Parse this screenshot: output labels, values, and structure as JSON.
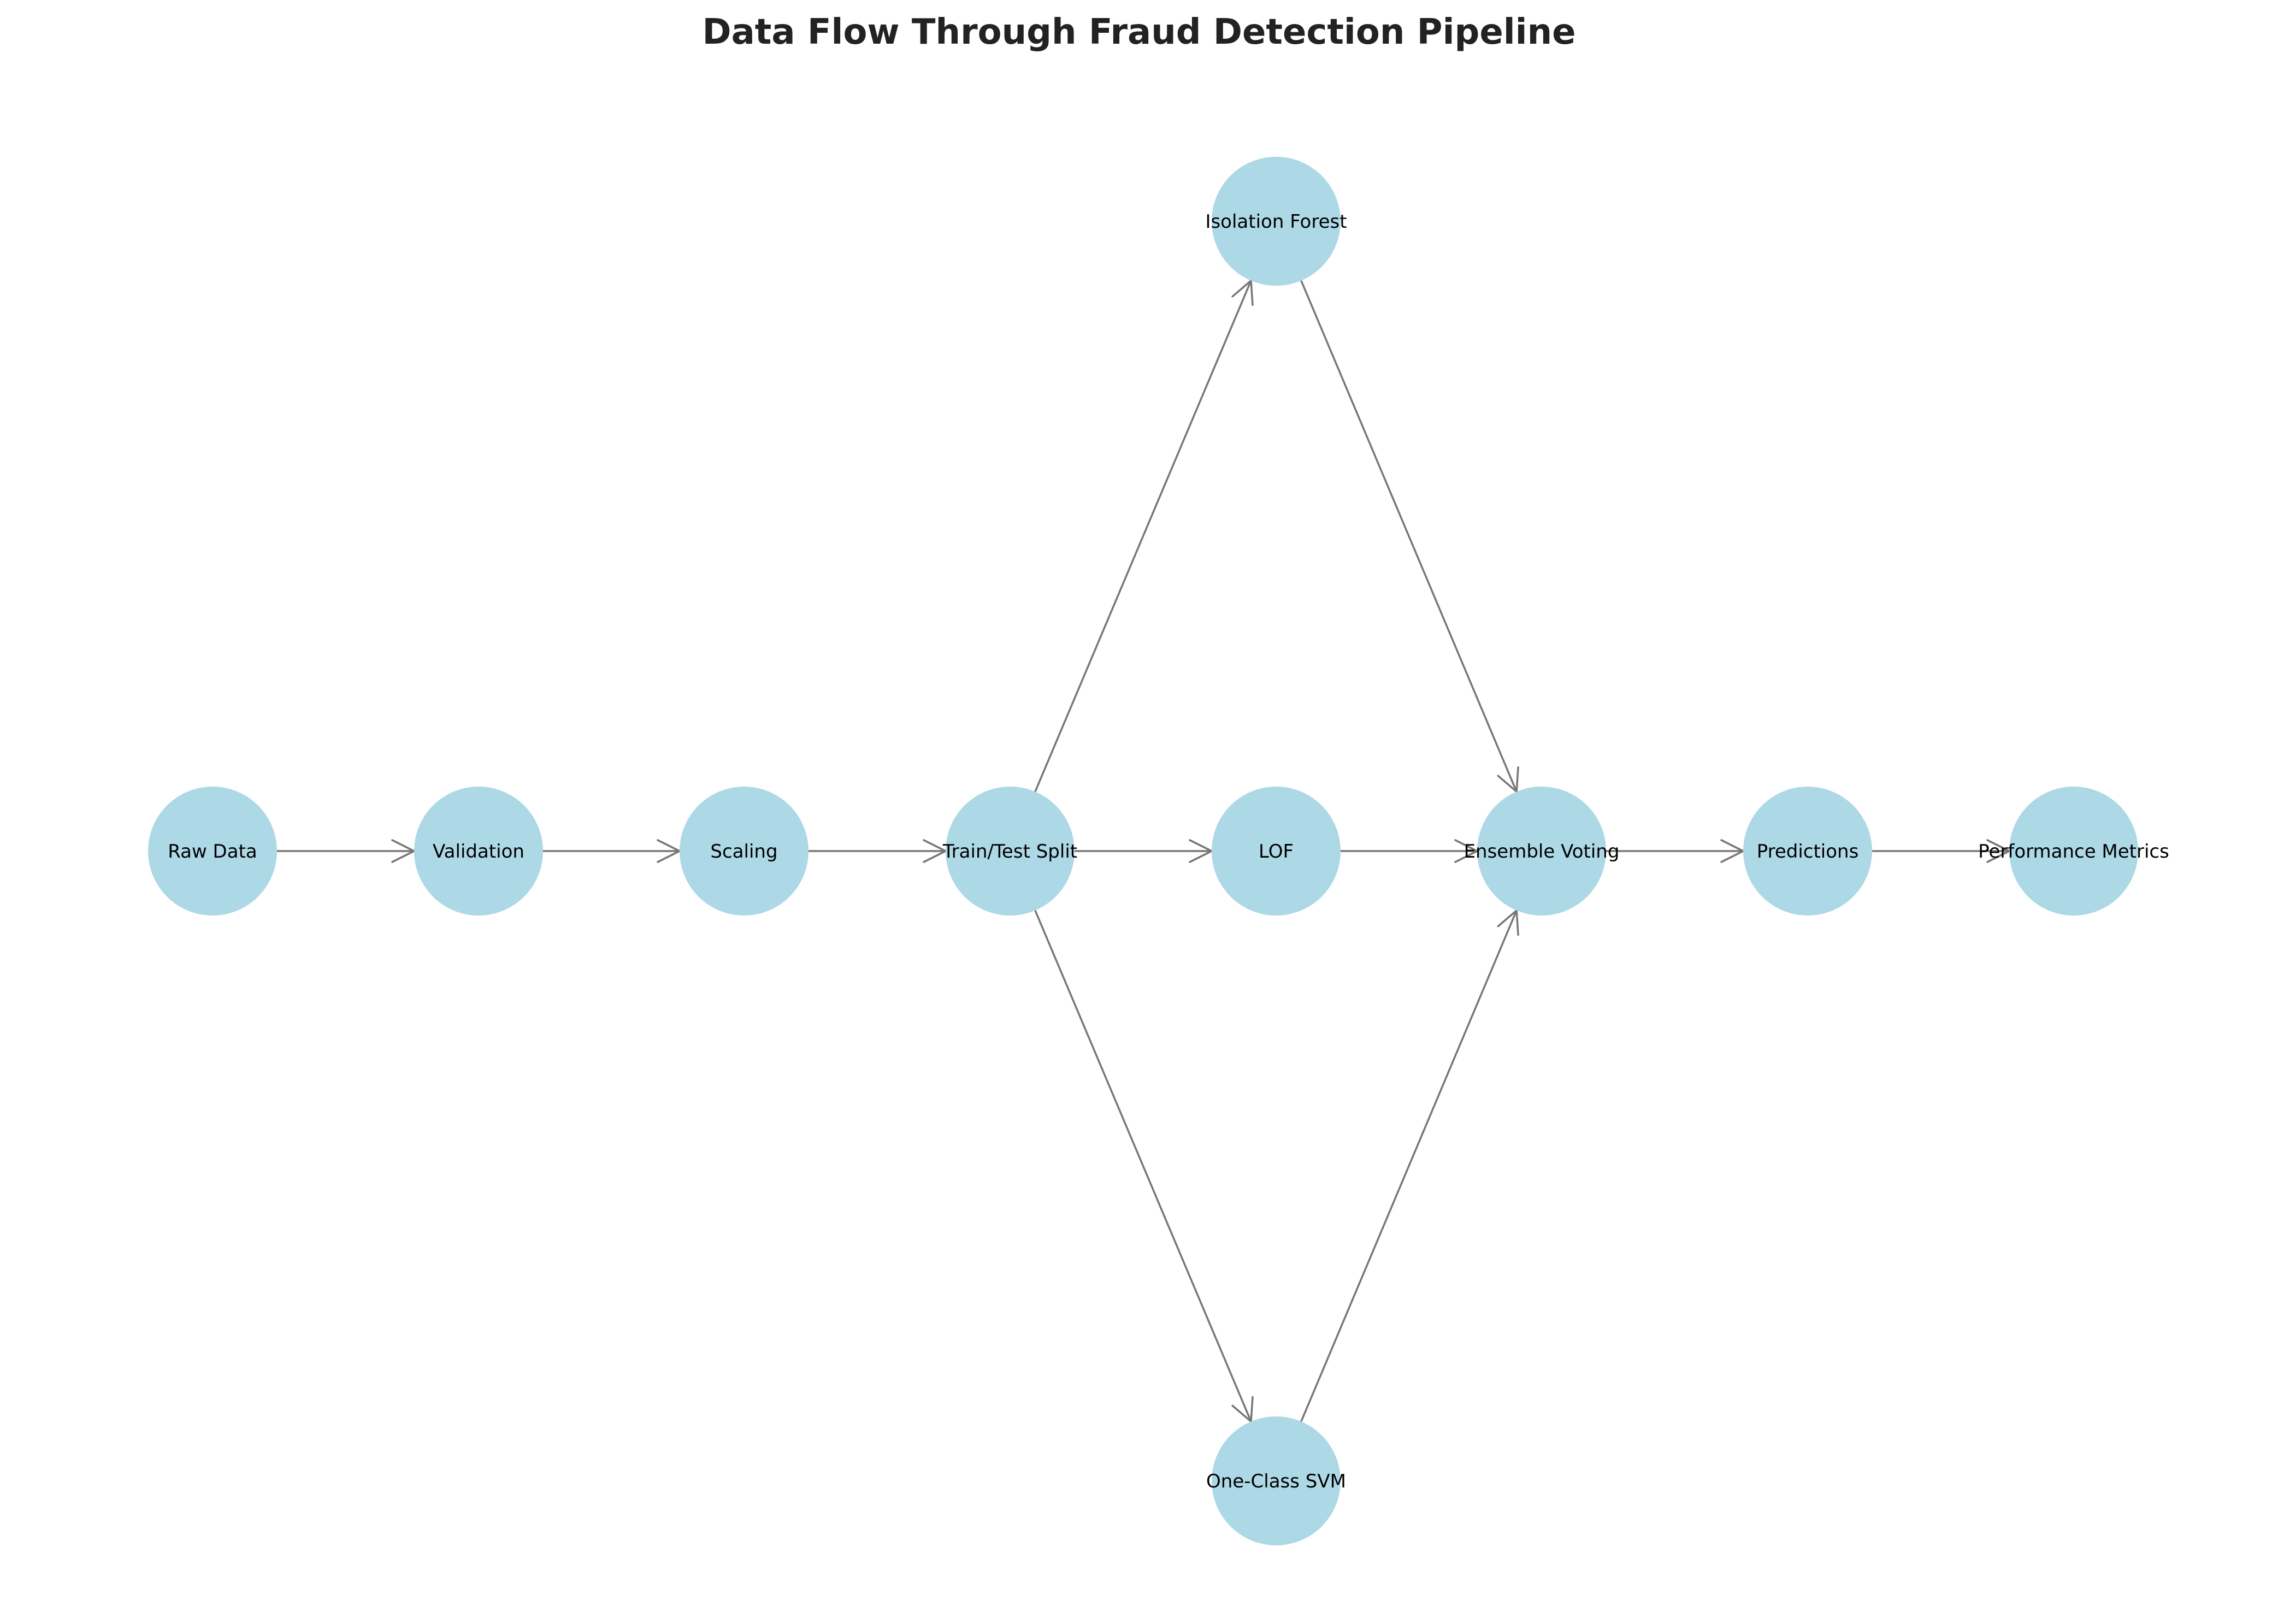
{
  "title": "Data Flow Through Fraud Detection Pipeline",
  "colors": {
    "node_fill": "#add8e6",
    "edge": "#777777",
    "title": "#222222",
    "label": "#000000"
  },
  "nodes": [
    {
      "id": "raw_data",
      "label": "Raw Data"
    },
    {
      "id": "validation",
      "label": "Validation"
    },
    {
      "id": "scaling",
      "label": "Scaling"
    },
    {
      "id": "train_test_split",
      "label": "Train/Test Split"
    },
    {
      "id": "isolation_forest",
      "label": "Isolation Forest"
    },
    {
      "id": "lof",
      "label": "LOF"
    },
    {
      "id": "one_class_svm",
      "label": "One-Class SVM"
    },
    {
      "id": "ensemble_voting",
      "label": "Ensemble Voting"
    },
    {
      "id": "predictions",
      "label": "Predictions"
    },
    {
      "id": "performance_metrics",
      "label": "Performance Metrics"
    }
  ],
  "edges": [
    {
      "from": "raw_data",
      "to": "validation"
    },
    {
      "from": "validation",
      "to": "scaling"
    },
    {
      "from": "scaling",
      "to": "train_test_split"
    },
    {
      "from": "train_test_split",
      "to": "isolation_forest"
    },
    {
      "from": "train_test_split",
      "to": "lof"
    },
    {
      "from": "train_test_split",
      "to": "one_class_svm"
    },
    {
      "from": "isolation_forest",
      "to": "ensemble_voting"
    },
    {
      "from": "lof",
      "to": "ensemble_voting"
    },
    {
      "from": "one_class_svm",
      "to": "ensemble_voting"
    },
    {
      "from": "ensemble_voting",
      "to": "predictions"
    },
    {
      "from": "predictions",
      "to": "performance_metrics"
    }
  ]
}
